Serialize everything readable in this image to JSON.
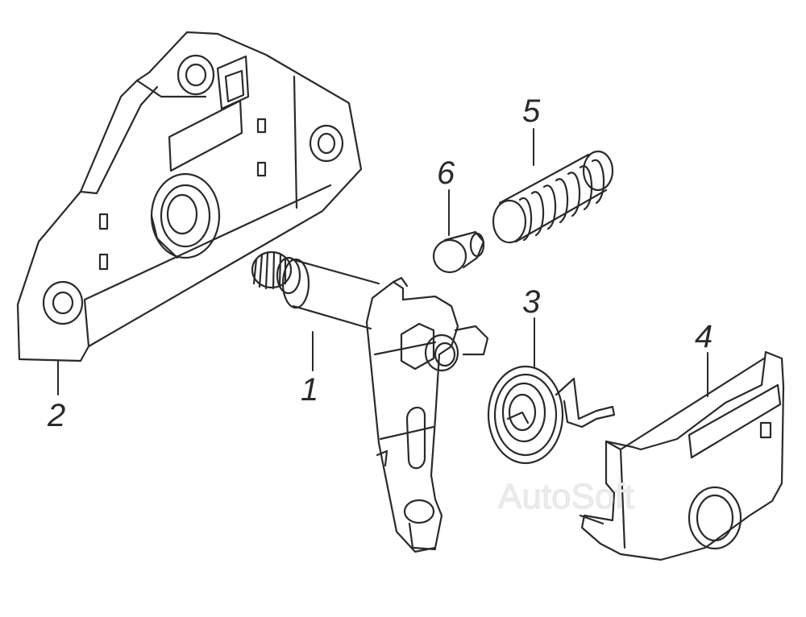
{
  "callouts": {
    "part1": "1",
    "part2": "2",
    "part3": "3",
    "part4": "4",
    "part5": "5",
    "part6": "6"
  },
  "watermark": "AutoSoft",
  "colors": {
    "line": "#2a2a2a",
    "background": "#ffffff",
    "watermark": "#ececec"
  }
}
